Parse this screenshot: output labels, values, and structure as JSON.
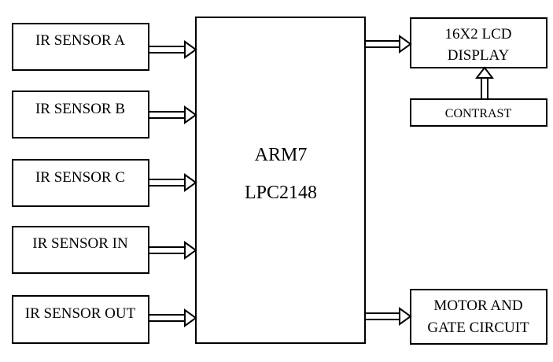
{
  "sensors": [
    {
      "label": "IR SENSOR A"
    },
    {
      "label": "IR SENSOR B"
    },
    {
      "label": "IR SENSOR C"
    },
    {
      "label": "IR SENSOR IN"
    },
    {
      "label": "IR SENSOR OUT"
    }
  ],
  "controller": {
    "line1": "ARM7",
    "line2": "LPC2148"
  },
  "lcd": {
    "line1": "16X2 LCD",
    "line2": "DISPLAY"
  },
  "contrast": {
    "label": "CONTRAST"
  },
  "motor": {
    "line1": "MOTOR AND",
    "line2": "GATE CIRCUIT"
  },
  "colors": {
    "stroke": "#000000",
    "background": "#ffffff"
  }
}
